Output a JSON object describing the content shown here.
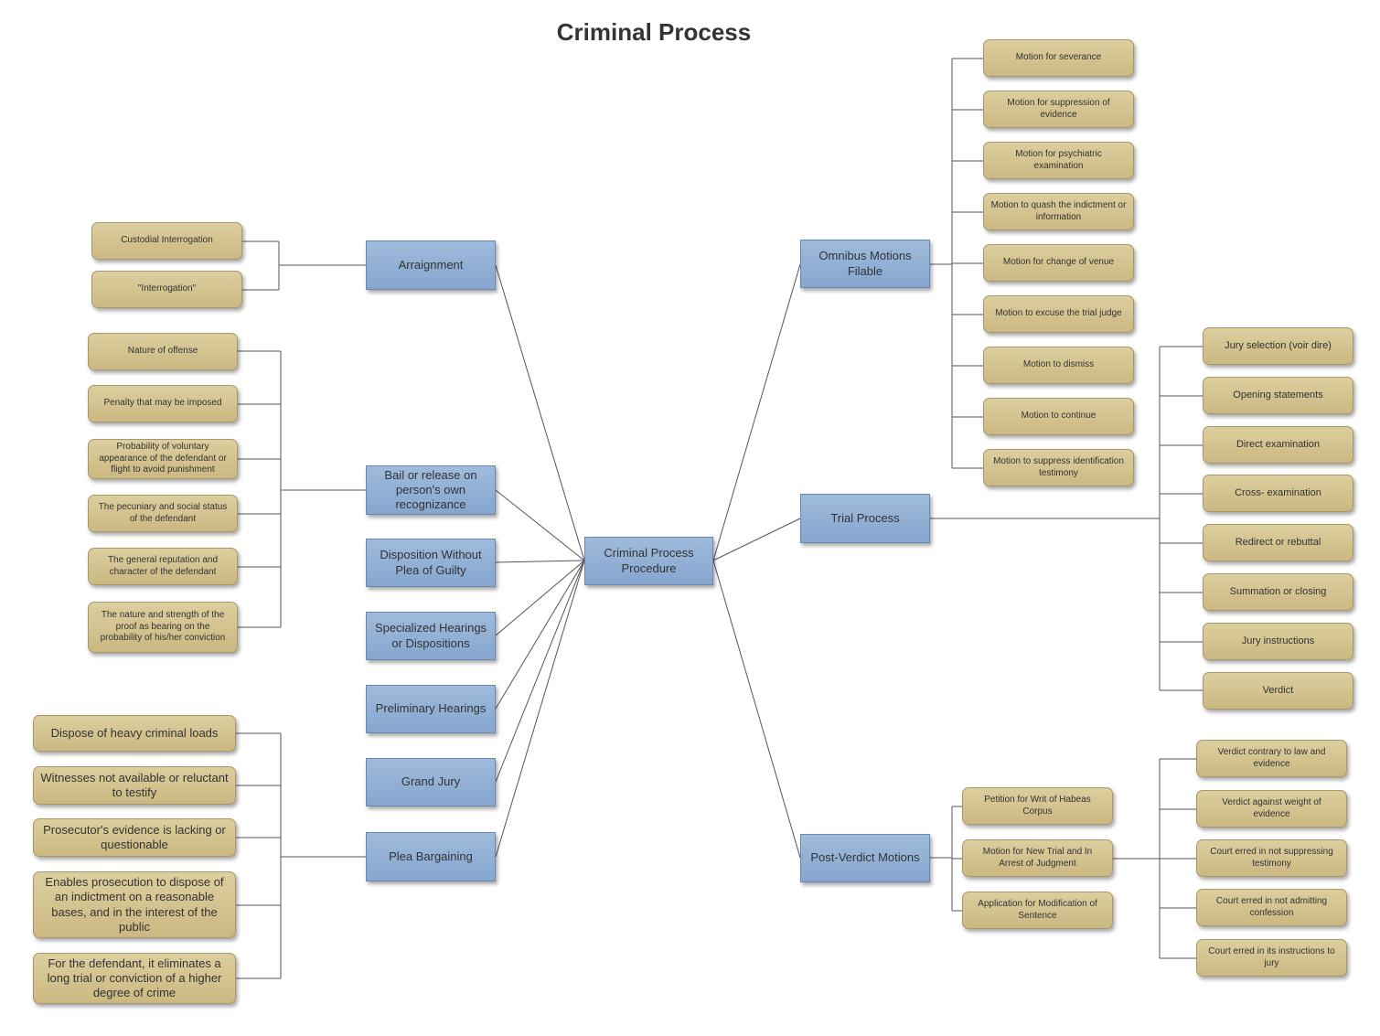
{
  "title": "Criminal Process",
  "colors": {
    "blue_node": "#8fafd6",
    "tan_node": "#d4c491",
    "line": "#555555"
  },
  "center": "Criminal Process\nProcedure",
  "left": {
    "arraignment": {
      "label": "Arraignment",
      "children": [
        "Custodial Interrogation",
        "\"Interrogation\""
      ]
    },
    "bail": {
      "label": "Bail or release on\nperson's own\nrecognizance",
      "children": [
        "Nature of offense",
        "Penalty that may be imposed",
        "Probability of voluntary\nappearance of the defendant or\nflight to avoid punishment",
        "The pecuniary and social status\nof the defendant",
        "The general reputation and\ncharacter of the defendant",
        "The nature and strength of the\nproof as bearing on the\nprobability of his/her conviction"
      ]
    },
    "disposition": "Disposition Without\nPlea of Guilty",
    "specialized": "Specialized Hearings\nor Dispositions",
    "preliminary": "Preliminary Hearings",
    "grand_jury": "Grand Jury",
    "plea": {
      "label": "Plea Bargaining",
      "children": [
        "Dispose of heavy criminal loads",
        "Witnesses not available or reluctant\nto testify",
        "Prosecutor's evidence is lacking or\nquestionable",
        "Enables prosecution to dispose of\nan indictment on a reasonable\nbases, and in the interest of  the\npublic",
        "For the defendant, it eliminates a\nlong trial or conviction of a higher\ndegree of crime"
      ]
    }
  },
  "right": {
    "omnibus": {
      "label": "Omnibus Motions\nFilable",
      "children": [
        "Motion for severance",
        "Motion for suppression of\nevidence",
        "Motion for psychiatric\nexamination",
        "Motion to quash the indictment or\ninformation",
        "Motion for change of venue",
        "Motion to excuse the trial judge",
        "Motion to dismiss",
        "Motion to continue",
        "Motion to suppress identification\ntestimony"
      ]
    },
    "trial": {
      "label": "Trial Process",
      "children": [
        "Jury selection (voir dire)",
        "Opening statements",
        "Direct examination",
        "Cross- examination",
        "Redirect or rebuttal",
        "Summation or closing",
        "Jury instructions",
        "Verdict"
      ]
    },
    "post": {
      "label": "Post-Verdict Motions",
      "children": [
        "Petition for Writ of Habeas\nCorpus",
        "Motion for New Trial and In\nArrest of Judgment",
        "Application for Modification of\nSentence"
      ],
      "new_trial_children": [
        "Verdict contrary to law and\nevidence",
        "Verdict against weight of\nevidence",
        "Court erred in not suppressing\ntestimony",
        "Court erred in not admitting\nconfession",
        "Court erred in its instructions to\njury"
      ]
    }
  }
}
